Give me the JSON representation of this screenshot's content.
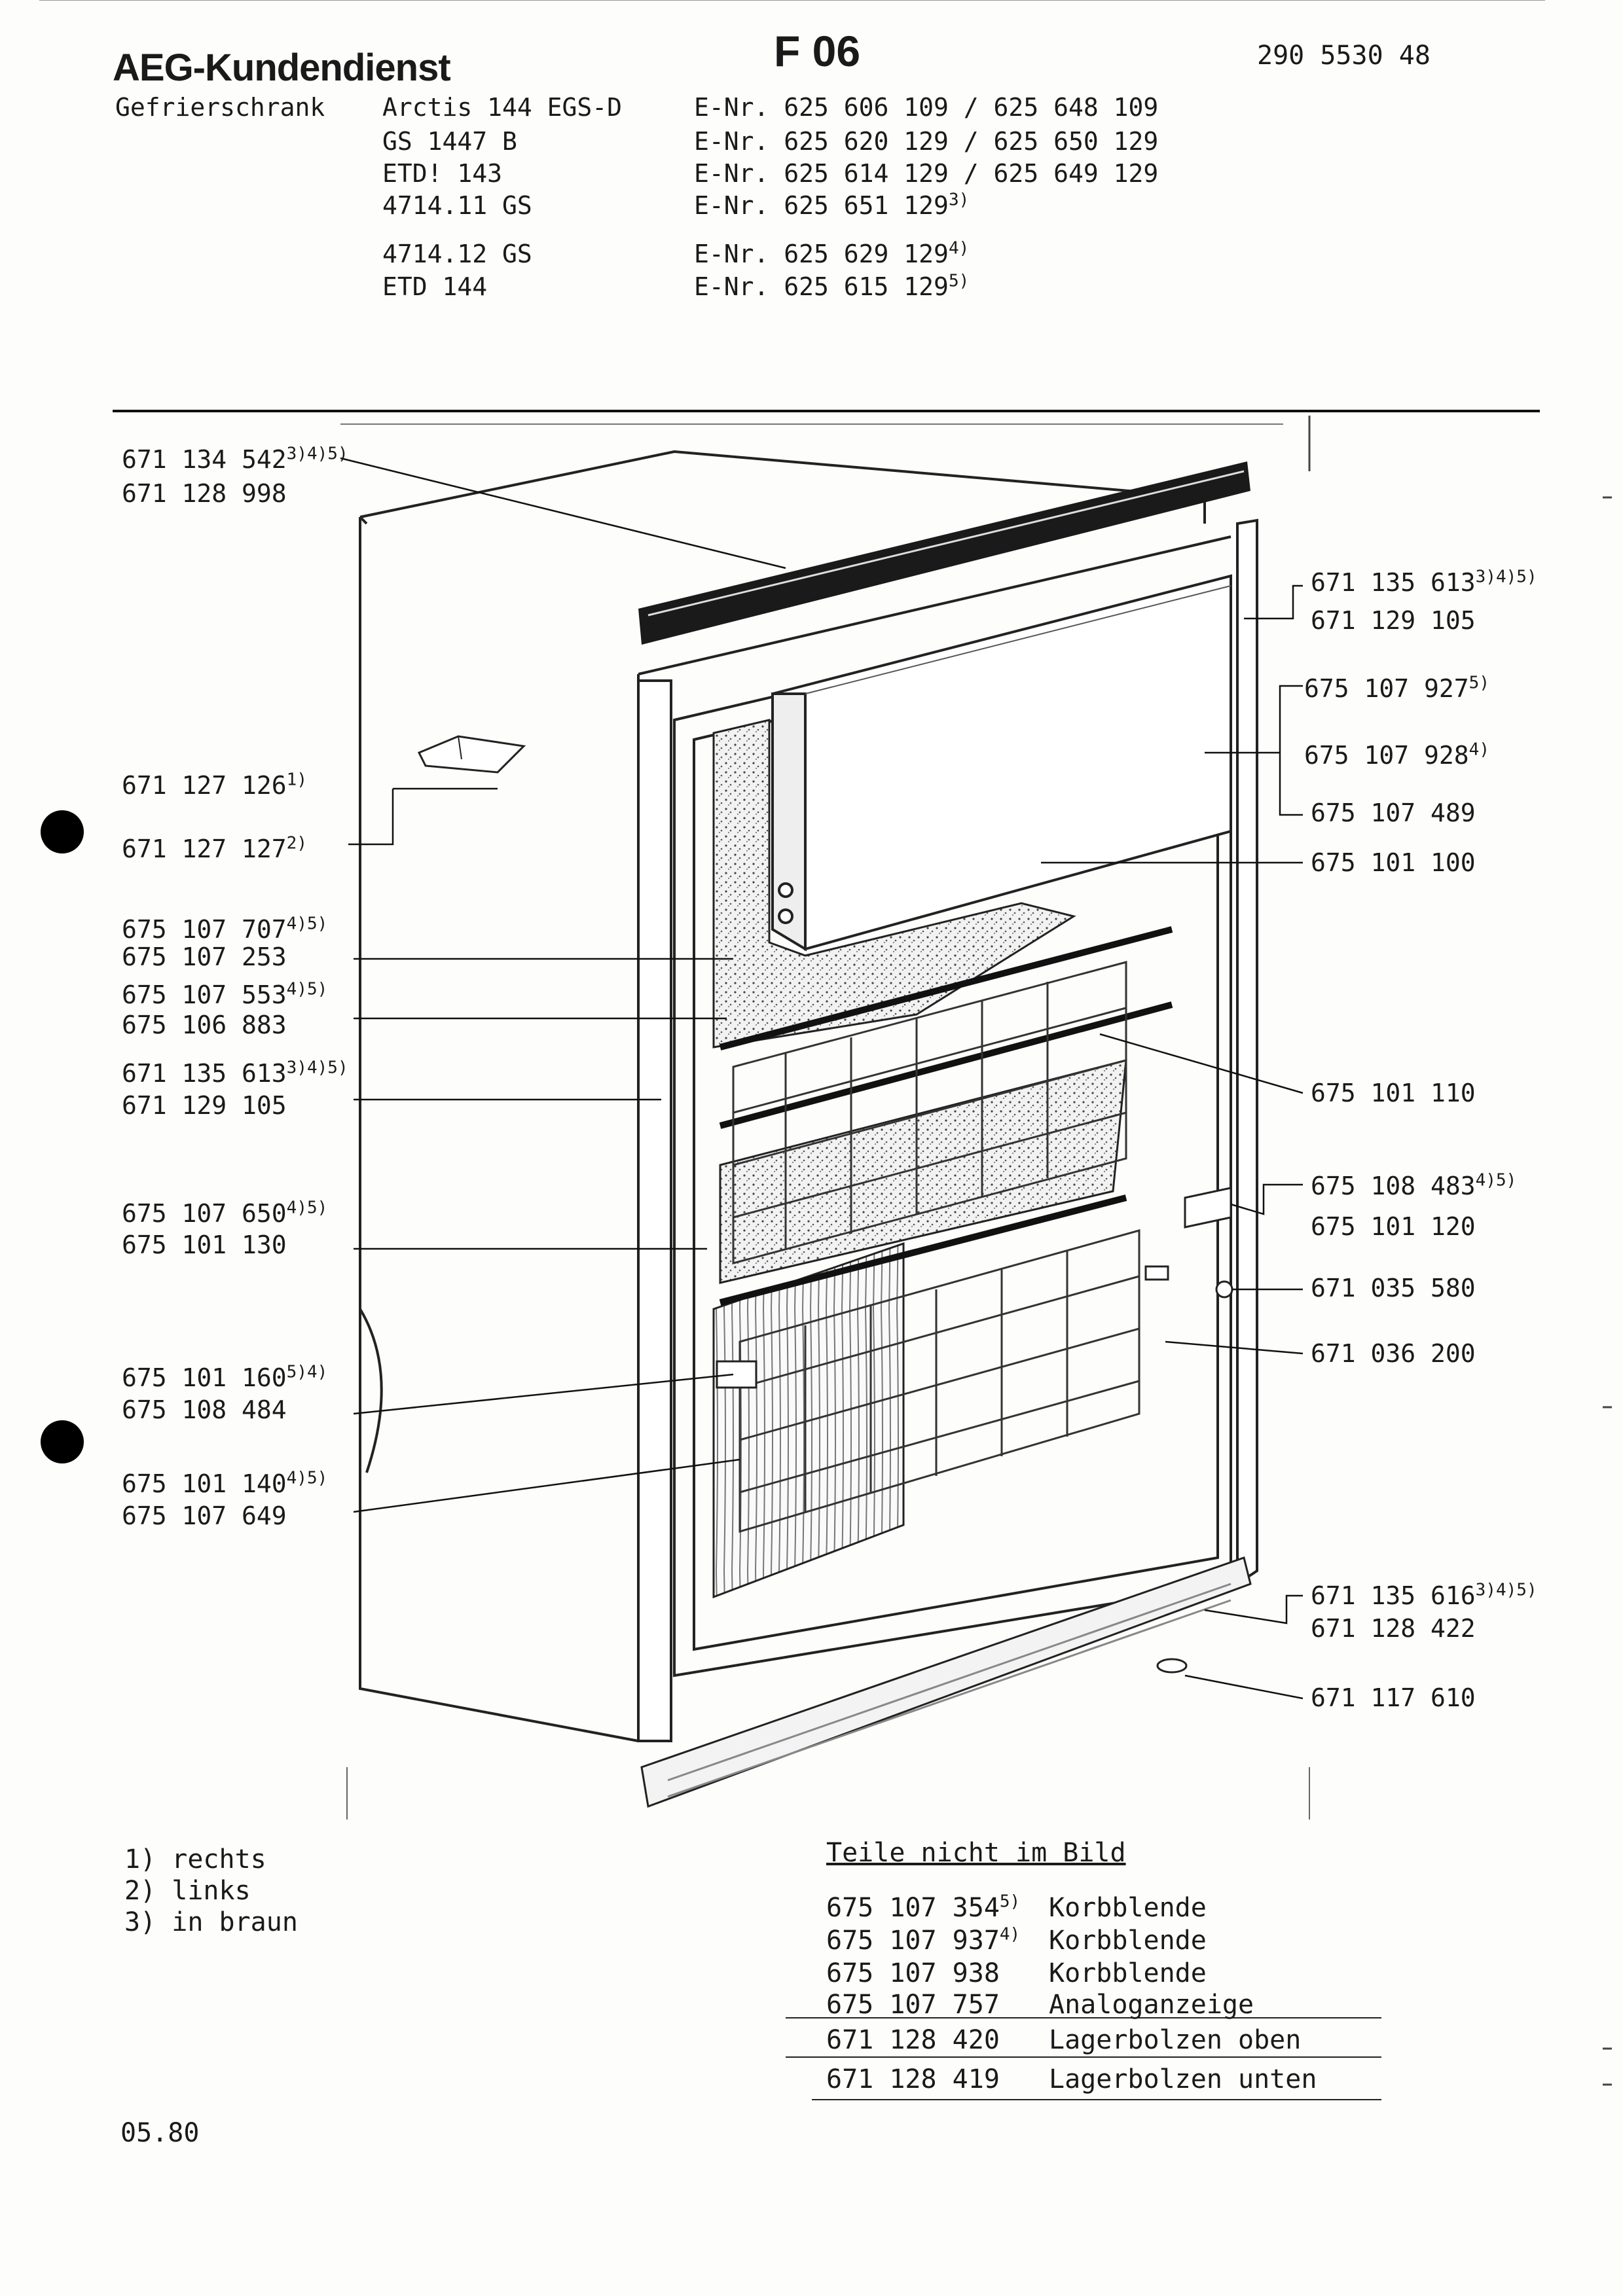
{
  "header": {
    "brand": "AEG-Kundendienst",
    "section_code": "F 06",
    "document_number": "290 5530 48",
    "appliance_type": "Gefrierschrank",
    "models": [
      {
        "model": "Arctis 144 EGS-D",
        "enr": "E-Nr. 625 606 109 / 625 648 109",
        "note": ""
      },
      {
        "model": "GS      1447 B",
        "enr": "E-Nr. 625 620 129 / 625 650 129",
        "note": ""
      },
      {
        "model": "ETD!    143",
        "enr": "E-Nr. 625 614 129 / 625 649 129",
        "note": ""
      },
      {
        "model": "4714.11 GS",
        "enr": "E-Nr. 625 651 129",
        "note": "3)"
      },
      {
        "model": "4714.12 GS",
        "enr": "E-Nr. 625 629 129",
        "note": "4)"
      },
      {
        "model": "ETD  144",
        "enr": "E-Nr. 625 615 129",
        "note": "5)"
      }
    ]
  },
  "left_labels": [
    {
      "text": "671 134 542",
      "note": "3)4)5)"
    },
    {
      "text": "671 128 998",
      "note": ""
    },
    {
      "text": "671 127 126",
      "note": "1)"
    },
    {
      "text": "671 127 127",
      "note": "2)"
    },
    {
      "text": "675 107 707",
      "note": "4)5)"
    },
    {
      "text": "675 107 253",
      "note": ""
    },
    {
      "text": "675 107 553",
      "note": "4)5)"
    },
    {
      "text": "675 106 883",
      "note": ""
    },
    {
      "text": "671 135 613",
      "note": "3)4)5)"
    },
    {
      "text": "671 129 105",
      "note": ""
    },
    {
      "text": "675 107 650",
      "note": "4)5)"
    },
    {
      "text": "675 101 130",
      "note": ""
    },
    {
      "text": "675 101 160",
      "note": "5)4)"
    },
    {
      "text": "675 108 484",
      "note": ""
    },
    {
      "text": "675 101 140",
      "note": "4)5)"
    },
    {
      "text": "675 107 649",
      "note": ""
    }
  ],
  "right_labels": [
    {
      "text": "671 135 613",
      "note": "3)4)5)"
    },
    {
      "text": "671 129 105",
      "note": ""
    },
    {
      "text": "675 107 927",
      "note": "5)"
    },
    {
      "text": "675 107 928",
      "note": "4)"
    },
    {
      "text": "675 107 489",
      "note": ""
    },
    {
      "text": "675 101 100",
      "note": ""
    },
    {
      "text": "675 101 110",
      "note": ""
    },
    {
      "text": "675 108 483",
      "note": "4)5)"
    },
    {
      "text": "675 101 120",
      "note": ""
    },
    {
      "text": "671 035 580",
      "note": ""
    },
    {
      "text": "671 036 200",
      "note": ""
    },
    {
      "text": "671 135 616",
      "note": "3)4)5)"
    },
    {
      "text": "671 128 422",
      "note": ""
    },
    {
      "text": "671 117 610",
      "note": ""
    }
  ],
  "footnotes": [
    "1) rechts",
    "2) links",
    "3) in braun"
  ],
  "parts_not_shown": {
    "heading": "Teile nicht im Bild",
    "rows": [
      {
        "part": "675 107 354",
        "note": "5)",
        "desc": "Korbblende"
      },
      {
        "part": "675 107 937",
        "note": "4)",
        "desc": "Korbblende"
      },
      {
        "part": "675 107 938",
        "note": "",
        "desc": "Korbblende"
      },
      {
        "part": "675 107 757",
        "note": "",
        "desc": "Analoganzeige"
      },
      {
        "part": "671 128 420",
        "note": "",
        "desc": "Lagerbolzen oben"
      },
      {
        "part": "671 128 419",
        "note": "",
        "desc": "Lagerbolzen unten"
      }
    ]
  },
  "date": "05.80"
}
